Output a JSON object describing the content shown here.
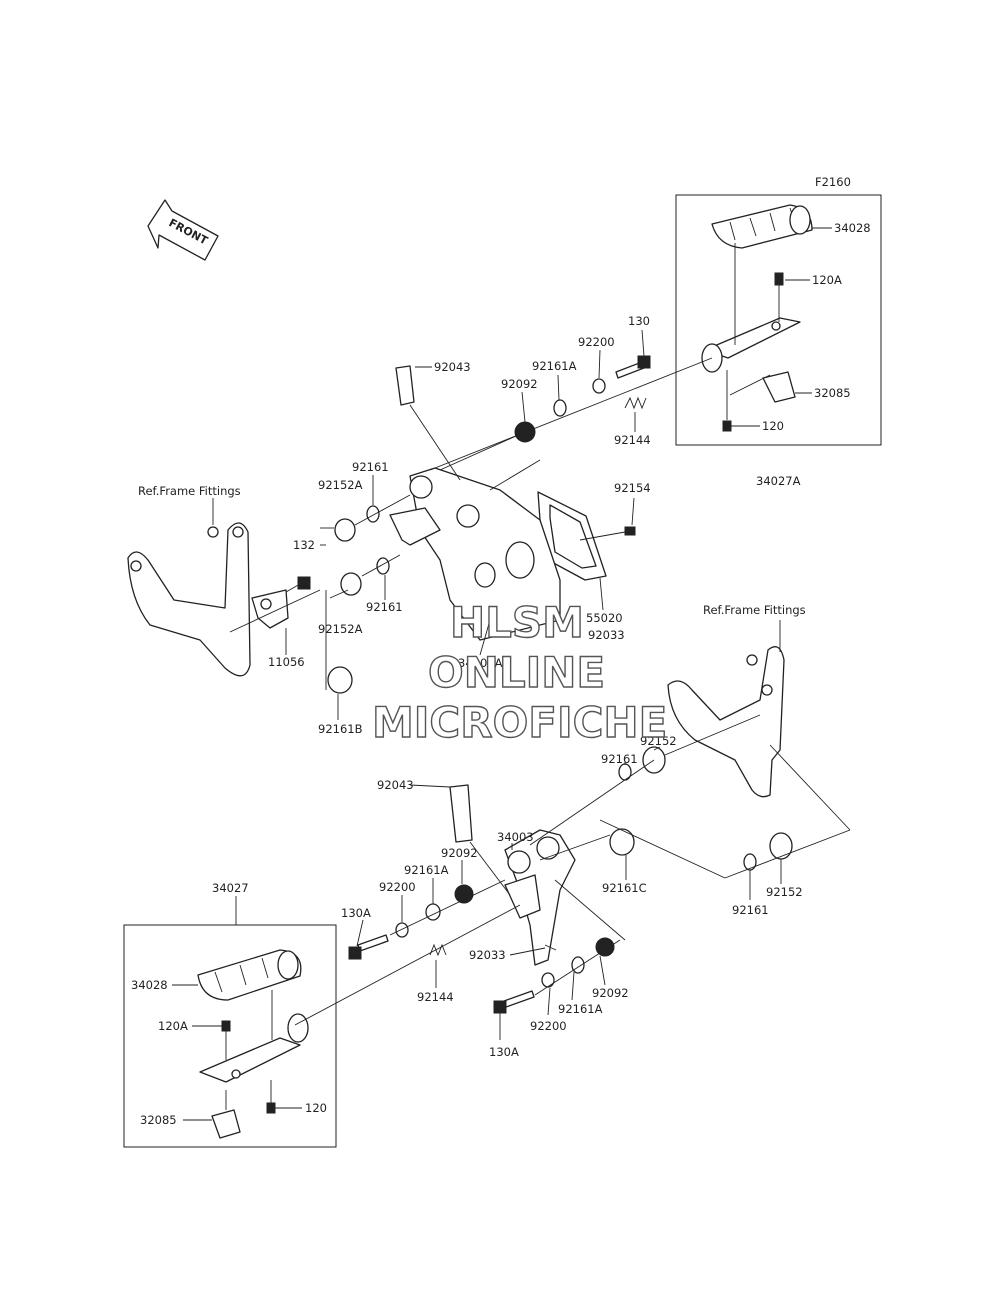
{
  "figure_id": "F2160",
  "front_label": "FRONT",
  "watermark": [
    "HLSM",
    "ONLINE",
    "MICROFICHE"
  ],
  "labels": {
    "l_34028_top": "34028",
    "l_120a_top": "120A",
    "l_32085_top": "32085",
    "l_120_top": "120",
    "l_34027a": "34027A",
    "l_130_top": "130",
    "l_92200_top": "92200",
    "l_92161a_top": "92161A",
    "l_92092_top": "92092",
    "l_92043_top": "92043",
    "l_92144_top": "92144",
    "l_92154": "92154",
    "l_ref_frame_left": "Ref.Frame Fittings",
    "l_92161_top1": "92161",
    "l_92152a_top1": "92152A",
    "l_132": "132",
    "l_92161_top2": "92161",
    "l_92152a_top2": "92152A",
    "l_11056": "11056",
    "l_92161b": "92161B",
    "l_55020": "55020",
    "l_92033_top": "92033",
    "l_34003a": "34003A",
    "l_ref_frame_right": "Ref.Frame Fittings",
    "l_92152_bot1": "92152",
    "l_92161_bot1": "92161",
    "l_92043_bot": "92043",
    "l_34003": "34003",
    "l_92092_bot1": "92092",
    "l_92161a_bot1": "92161A",
    "l_92200_bot1": "92200",
    "l_130a_bot1": "130A",
    "l_92161c": "92161C",
    "l_92161_bot2": "92161",
    "l_92152_bot2": "92152",
    "l_34027": "34027",
    "l_34028_bot": "34028",
    "l_120a_bot": "120A",
    "l_32085_bot": "32085",
    "l_120_bot": "120",
    "l_92144_bot": "92144",
    "l_92033_bot": "92033",
    "l_92092_bot2": "92092",
    "l_92161a_bot2": "92161A",
    "l_92200_bot2": "92200",
    "l_130a_bot2": "130A"
  }
}
